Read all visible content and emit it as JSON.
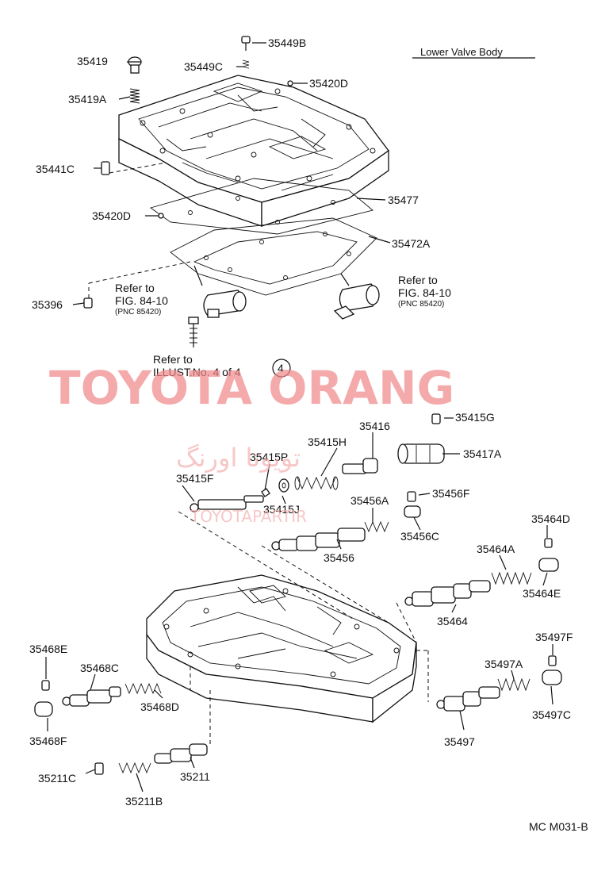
{
  "title": "Lower Valve Body",
  "part_labels": {
    "p35449B": "35449B",
    "p35419": "35419",
    "p35449C": "35449C",
    "p35420D_a": "35420D",
    "p35419A": "35419A",
    "p35441C": "35441C",
    "p35477": "35477",
    "p35420D_b": "35420D",
    "p35472A": "35472A",
    "p35396": "35396",
    "p35416": "35416",
    "p35415G": "35415G",
    "p35415H": "35415H",
    "p35415P": "35415P",
    "p35417A": "35417A",
    "p35415F": "35415F",
    "p35456F": "35456F",
    "p35415J": "35415J",
    "p35456A": "35456A",
    "p35464D": "35464D",
    "p35456C": "35456C",
    "p35456": "35456",
    "p35464A": "35464A",
    "p35464E": "35464E",
    "p35464": "35464",
    "p35468E": "35468E",
    "p35497F": "35497F",
    "p35468C": "35468C",
    "p35497A": "35497A",
    "p35468D": "35468D",
    "p35497C": "35497C",
    "p35468F": "35468F",
    "p35497": "35497",
    "p35211C": "35211C",
    "p35211": "35211",
    "p35211B": "35211B"
  },
  "references": {
    "left": {
      "line1": "Refer to",
      "line2": "FIG. 84-10",
      "line3": "(PNC 85420)"
    },
    "right": {
      "line1": "Refer to",
      "line2": "FIG. 84-10",
      "line3": "(PNC 85420)"
    },
    "illust": {
      "line1": "Refer to",
      "line2": "ILLUST.No. 4 of 4",
      "badge": "4"
    }
  },
  "watermark": {
    "main": "TOYOTA ORANG",
    "persian": "تویوتا اورنگ",
    "site": "TOYOTAPARTIR"
  },
  "footer_code": "MC  M031-B"
}
